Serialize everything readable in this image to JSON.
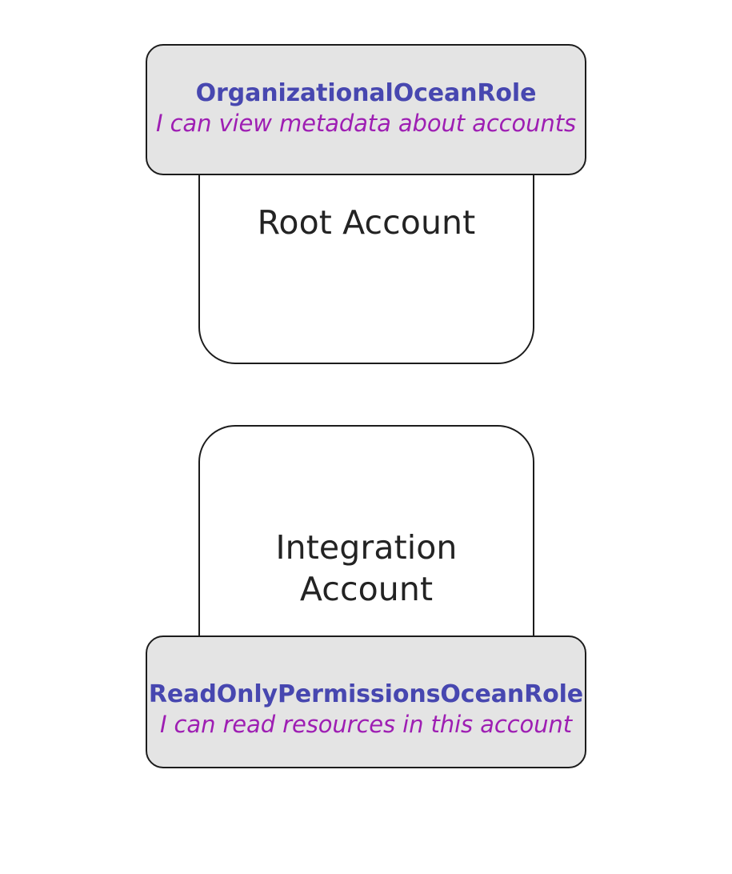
{
  "diagram": {
    "background_color": "#ffffff",
    "accent_colors": {
      "role_name": "#4747b0",
      "role_description": "#9e1eb3",
      "box_fill": "#e4e4e4",
      "box_stroke": "#1c1c1c",
      "account_text": "#232323"
    },
    "accounts": [
      {
        "id": "root-account",
        "label": "Root Account",
        "role": {
          "name": "OrganizationalOceanRole",
          "description": "I can view metadata about accounts",
          "position": "top"
        }
      },
      {
        "id": "integration-account",
        "label": "Integration\nAccount",
        "role": {
          "name": "ReadOnlyPermissionsOceanRole",
          "description": "I can read resources in this account",
          "position": "bottom"
        }
      }
    ]
  }
}
